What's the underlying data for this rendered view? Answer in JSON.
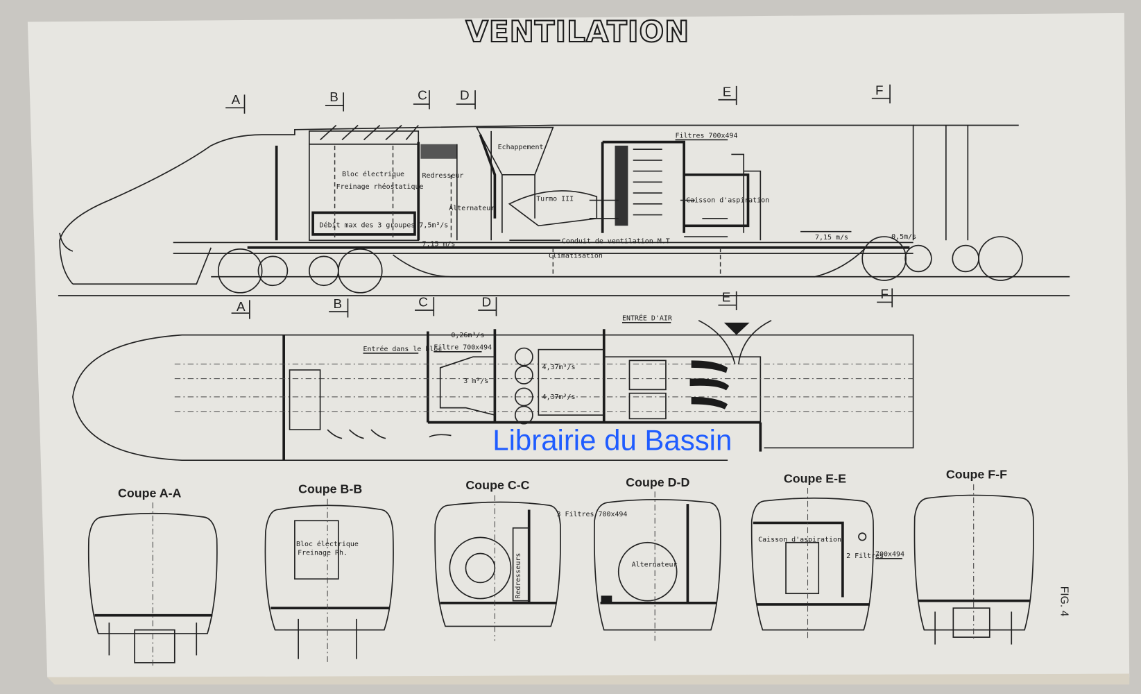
{
  "title": "VENTILATION",
  "section_markers": [
    "A",
    "B",
    "C",
    "D",
    "E",
    "F"
  ],
  "side_view": {
    "bloc_electrique": "Bloc électrique",
    "freinage": "Freinage rhéostatique",
    "debit": "Débit max des 3 groupes 7,5m³/s",
    "redresseur": "Redresseur",
    "alternateur": "Alternateur",
    "echappement": "Echappement",
    "turmo": "Turmo III",
    "filtres": "Filtres 700x494",
    "caisson": "Caisson d'aspiration",
    "speed_left": "7,15 m/s",
    "conduit": "Conduit de ventilation M.T",
    "speed_right": "7,15 m/s",
    "speed_small": "0,5m/s",
    "climatisation": "Climatisation"
  },
  "plan_view": {
    "entree_air": "ENTRÉE D'AIR",
    "flow_026": "0,26m³/s",
    "entree_bloc": "Entrée dans le bloc",
    "filtre": "Filtre 700x494",
    "flow_3": "3 m³/s",
    "flow_437_top": "4,37m³/s",
    "flow_437_bottom": "4,37m³/s"
  },
  "cross_sections": [
    {
      "title": "Coupe A-A",
      "labels": []
    },
    {
      "title": "Coupe B-B",
      "labels": [
        "Bloc électrique",
        "Freinage Rh."
      ]
    },
    {
      "title": "Coupe C-C",
      "labels": [
        "3 Filtres 700x494",
        "Redresseurs"
      ]
    },
    {
      "title": "Coupe D-D",
      "labels": [
        "Alternateur"
      ]
    },
    {
      "title": "Coupe E-E",
      "labels": [
        "Caisson d'aspiration",
        "2 Filtres",
        "700x494"
      ]
    },
    {
      "title": "Coupe F-F",
      "labels": []
    }
  ],
  "figure_label": "FIG. 4",
  "watermark": "Librairie du Bassin",
  "colors": {
    "page": "#e6e5e0",
    "ink": "#1b1b1b",
    "watermark": "#1f5cff"
  }
}
